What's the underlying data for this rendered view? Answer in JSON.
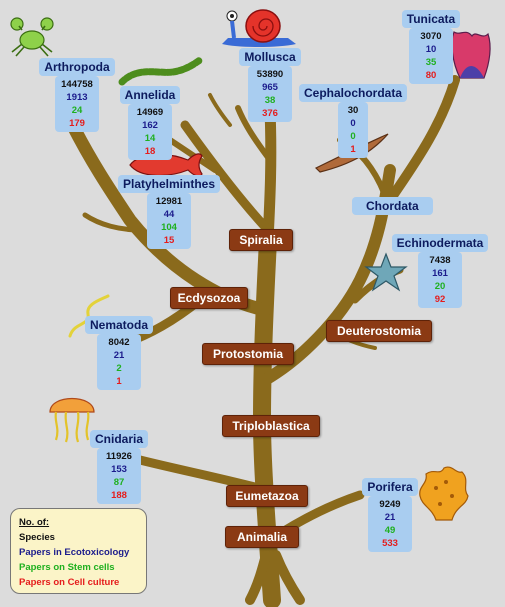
{
  "clades": {
    "spiralia": "Spiralia",
    "ecdysozoa": "Ecdysozoa",
    "protostomia": "Protostomia",
    "deuterostomia": "Deuterostomia",
    "triploblastica": "Triploblastica",
    "eumetazoa": "Eumetazoa",
    "animalia": "Animalia",
    "chordata": "Chordata"
  },
  "taxa": {
    "arthropoda": {
      "name": "Arthropoda",
      "species": "144758",
      "ecotox": "1913",
      "stem": "24",
      "cell": "179"
    },
    "annelida": {
      "name": "Annelida",
      "species": "14969",
      "ecotox": "162",
      "stem": "14",
      "cell": "18"
    },
    "mollusca": {
      "name": "Mollusca",
      "species": "53890",
      "ecotox": "965",
      "stem": "38",
      "cell": "376"
    },
    "tunicata": {
      "name": "Tunicata",
      "species": "3070",
      "ecotox": "10",
      "stem": "35",
      "cell": "80"
    },
    "cephalochordata": {
      "name": "Cephalochordata",
      "species": "30",
      "ecotox": "0",
      "stem": "0",
      "cell": "1"
    },
    "platyhelminthes": {
      "name": "Platyhelminthes",
      "species": "12981",
      "ecotox": "44",
      "stem": "104",
      "cell": "15"
    },
    "echinodermata": {
      "name": "Echinodermata",
      "species": "7438",
      "ecotox": "161",
      "stem": "20",
      "cell": "92"
    },
    "nematoda": {
      "name": "Nematoda",
      "species": "8042",
      "ecotox": "21",
      "stem": "2",
      "cell": "1"
    },
    "cnidaria": {
      "name": "Cnidaria",
      "species": "11926",
      "ecotox": "153",
      "stem": "87",
      "cell": "188"
    },
    "porifera": {
      "name": "Porifera",
      "species": "9249",
      "ecotox": "21",
      "stem": "49",
      "cell": "533"
    }
  },
  "legend": {
    "title": "No. of:",
    "species": "Species",
    "ecotox": "Papers in Ecotoxicology",
    "stem": "Papers on Stem cells",
    "cell": "Papers on Cell culture"
  },
  "colors": {
    "branch": "#8a6a1c",
    "clade_box": "#8b3a14",
    "taxon_box": "#a9cdf0",
    "species": "#111111",
    "ecotox": "#1c1c8c",
    "stem": "#1fb01f",
    "cell": "#e51c1c",
    "legend_bg": "#fbf4c8"
  }
}
